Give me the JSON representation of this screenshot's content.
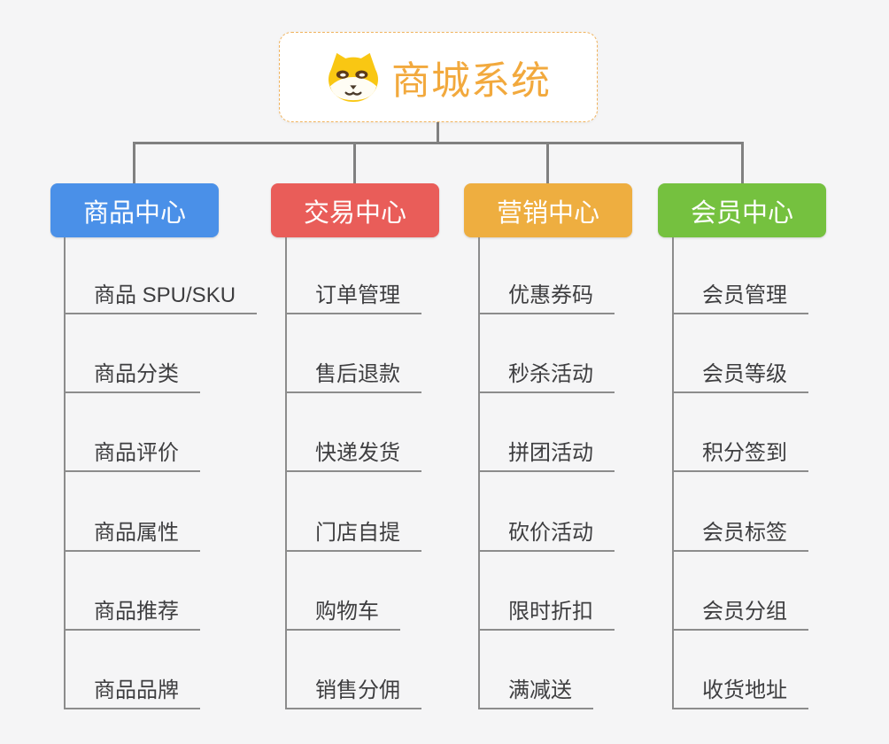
{
  "root": {
    "title": "商城系统",
    "icon": "dog-face-icon"
  },
  "branches": [
    {
      "label": "商品中心",
      "color": "#4a90e8",
      "items": [
        "商品 SPU/SKU",
        "商品分类",
        "商品评价",
        "商品属性",
        "商品推荐",
        "商品品牌"
      ]
    },
    {
      "label": "交易中心",
      "color": "#e95d59",
      "items": [
        "订单管理",
        "售后退款",
        "快递发货",
        "门店自提",
        "购物车",
        "销售分佣"
      ]
    },
    {
      "label": "营销中心",
      "color": "#eeae40",
      "items": [
        "优惠券码",
        "秒杀活动",
        "拼团活动",
        "砍价活动",
        "限时折扣",
        "满减送"
      ]
    },
    {
      "label": "会员中心",
      "color": "#75c13f",
      "items": [
        "会员管理",
        "会员等级",
        "积分签到",
        "会员标签",
        "会员分组",
        "收货地址"
      ]
    }
  ],
  "palette": {
    "background": "#f5f5f6",
    "connector_line": "#808080",
    "leaf_underline": "#8c8c8c",
    "leaf_text": "#3e3e40",
    "root_title_text": "#f2a93d",
    "root_border": "#f0b25c",
    "icon_yellow": "#f9c713",
    "icon_muzzle": "#fffdf4"
  }
}
